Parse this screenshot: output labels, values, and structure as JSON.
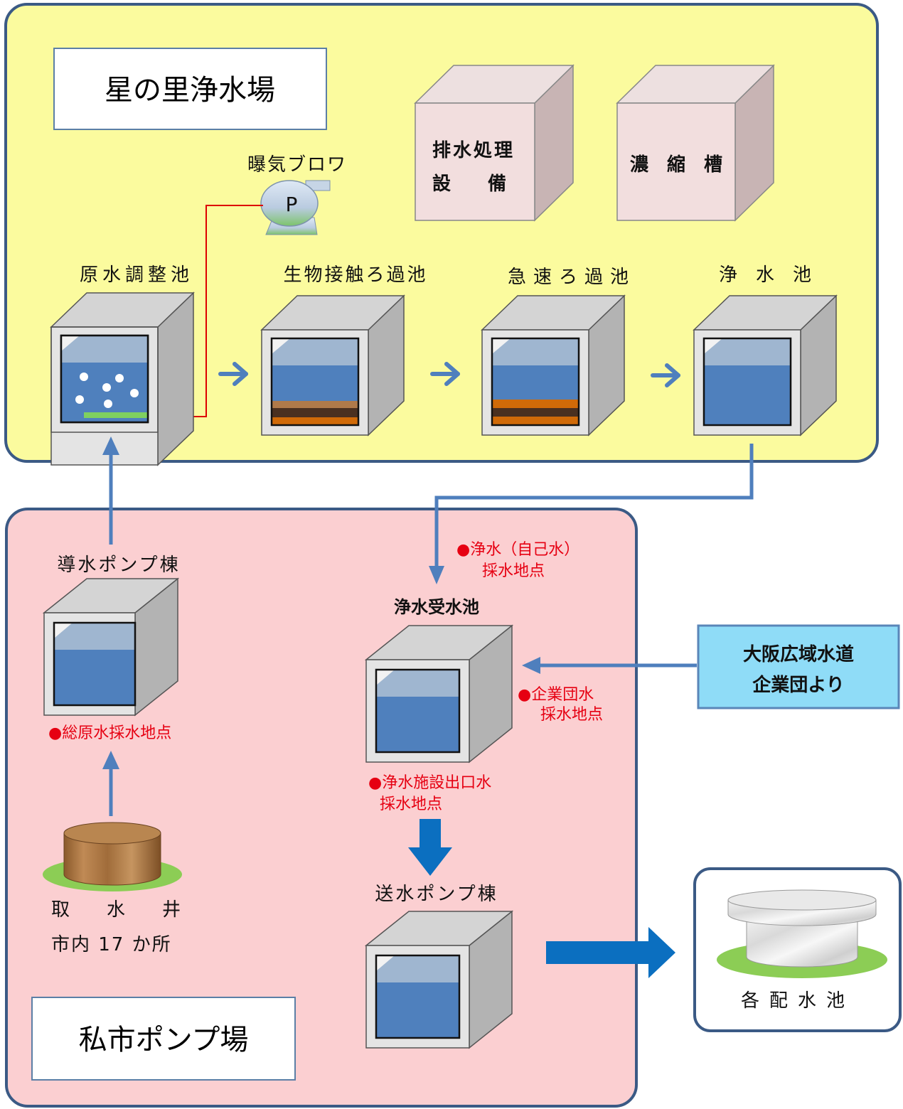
{
  "hoshinosato": {
    "title": "星の里浄水場",
    "blower_label": "曝気ブロワ",
    "blower_letter": "P",
    "drain_lines": [
      "排水処理",
      "設　　備"
    ],
    "thickener": "濃　縮　槽",
    "tanks": [
      "原水調整池",
      "生物接触ろ過池",
      "急速ろ過池",
      "浄　水　池"
    ]
  },
  "kisaichi": {
    "title": "私市ポンプ場",
    "intake_pump": "導水ポンプ棟",
    "sample_raw": "●総原水採水地点",
    "well_lines": [
      "取　　水　　井",
      "市内 17 か所"
    ],
    "sample_self_lines": [
      "●浄水（自己水）",
      "採水地点"
    ],
    "receiving_tank": "浄水受水池",
    "sample_corp_lines": [
      "●企業団水",
      "採水地点"
    ],
    "sample_outlet_lines": [
      "●浄水施設出口水",
      "採水地点"
    ],
    "send_pump": "送水ポンプ棟"
  },
  "osaka_supply_lines": [
    "大阪広域水道",
    "企業団より"
  ],
  "distribution": "各配水池",
  "colors": {
    "plant_bg": "#fbfb9e",
    "pump_bg": "#fbcfd1",
    "frame": "#3b5a85",
    "water": "#4f80bd",
    "arrow": "#4f7fbd",
    "arrow_dark": "#0b6fc0",
    "sample_red": "#e60012",
    "supply_box": "#8fdcf7",
    "aeration_pipe": "#dd0000"
  }
}
